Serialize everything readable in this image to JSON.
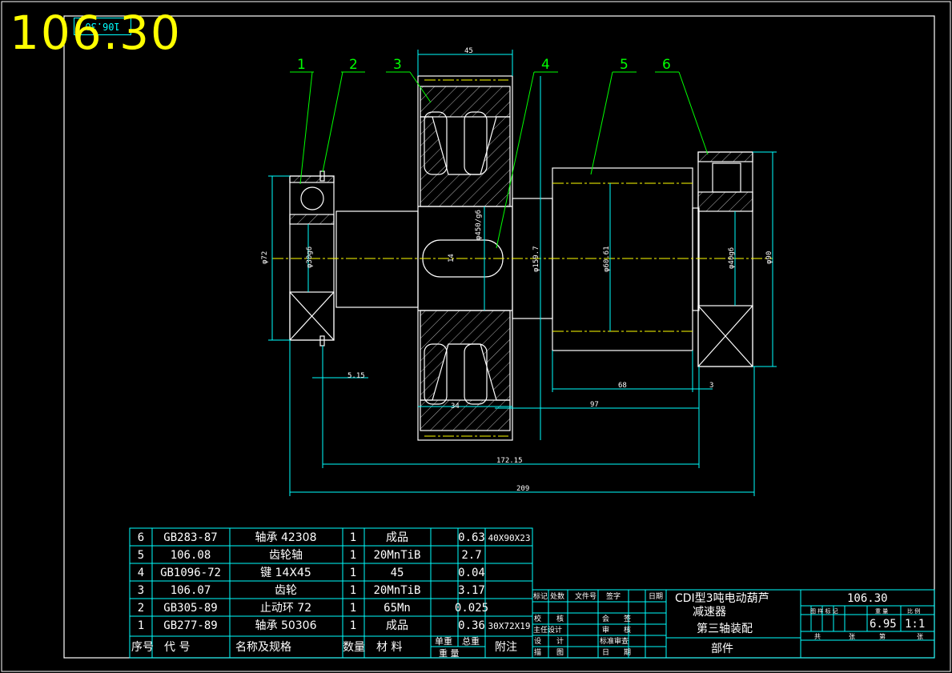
{
  "drawing_number_title": "106.30",
  "corner_stamp": "106.30",
  "part_labels": [
    "1",
    "2",
    "3",
    "4",
    "5",
    "6"
  ],
  "dimensions": {
    "d_72": "φ72",
    "d_30": "φ30g6",
    "d_45": "45",
    "d_450": "φ450/g6",
    "d_14": "14",
    "d_159": "φ159.7",
    "d_6061": "φ60.61",
    "d_40": "φ40g6",
    "d_90": "φ90",
    "d_515": "5.15",
    "d_34": "34",
    "d_68": "68",
    "d_3": "3",
    "d_97": "97",
    "d_172": "172.15",
    "d_209": "209"
  },
  "bom": {
    "rows": [
      {
        "no": "6",
        "code": "GB283-87",
        "name": "轴承  42308",
        "qty": "1",
        "material": "成品",
        "unit": "",
        "total": "0.63",
        "note": "40X90X23"
      },
      {
        "no": "5",
        "code": "106.08",
        "name": "齿轮轴",
        "qty": "1",
        "material": "20MnTiB",
        "unit": "",
        "total": "2.7",
        "note": ""
      },
      {
        "no": "4",
        "code": "GB1096-72",
        "name": "键  14X45",
        "qty": "1",
        "material": "45",
        "unit": "",
        "total": "0.04",
        "note": ""
      },
      {
        "no": "3",
        "code": "106.07",
        "name": "齿轮",
        "qty": "1",
        "material": "20MnTiB",
        "unit": "",
        "total": "3.17",
        "note": ""
      },
      {
        "no": "2",
        "code": "GB305-89",
        "name": "止动环   72",
        "qty": "1",
        "material": "65Mn",
        "unit": "",
        "total": "0.025",
        "note": ""
      },
      {
        "no": "1",
        "code": "GB277-89",
        "name": "轴承  50306",
        "qty": "1",
        "material": "成品",
        "unit": "",
        "total": "0.36",
        "note": "30X72X19"
      }
    ],
    "header": {
      "no": "序号",
      "code": "代     号",
      "name": "名称及规格",
      "qty": "数量",
      "material": "材   料",
      "unit_top": "单重",
      "total_top": "总重",
      "weight": "重   量",
      "note": "附注"
    }
  },
  "title_block": {
    "r1": [
      "标记",
      "处数",
      "文件号",
      "签字",
      "日期"
    ],
    "r2a": "校",
    "r2b": "核",
    "r2c": "会",
    "r2d": "签",
    "r3a": "主任设计",
    "r3b": "审",
    "r3c": "核",
    "r4a": "设",
    "r4b": "计",
    "r4c": "标准审查",
    "r5a": "描",
    "r5b": "图",
    "r5c": "日",
    "r5d": "期",
    "product_line1": "CDⅠ型3吨电动葫芦",
    "product_line2": "减速器",
    "product_line3": "第三轴装配",
    "category": "部件",
    "drawing_no": "106.30",
    "weight_header": "图  样  标  记",
    "weight_header2": "重  量",
    "ratio_header": "比  例",
    "weight": "6.95",
    "ratio": "1:1",
    "sheet_total": "共",
    "sheet_no": "张",
    "sheet_word": "第",
    "sheet_word2": "张"
  }
}
